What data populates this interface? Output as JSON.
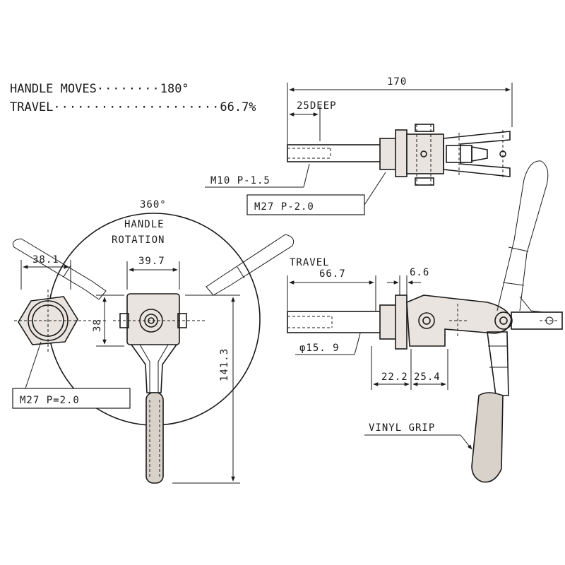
{
  "specs": {
    "handle_moves_label": "HANDLE MOVES",
    "handle_moves_dots": "········",
    "handle_moves_value": "180°",
    "travel_label": "TRAVEL",
    "travel_dots": "·····················",
    "travel_value": "66.7%"
  },
  "top_view": {
    "length": "170",
    "deep": "25DEEP",
    "thread_small": "M10 P-1.5",
    "thread_large": "M27 P-2.0"
  },
  "side_view": {
    "travel_label": "TRAVEL",
    "travel_value": "66.7",
    "dim_6_6": "6.6",
    "diameter": "φ15. 9",
    "dim_22_2": "22.2",
    "dim_25_4": "25.4",
    "grip_label": "VINYL GRIP"
  },
  "front_view": {
    "rotation_deg": "360°",
    "rotation_l1": "HANDLE",
    "rotation_l2": "ROTATION",
    "dim_38_1": "38.1",
    "dim_39_7": "39.7",
    "dim_38": "38",
    "dim_141_3": "141.3",
    "thread": "M27 P=2.0"
  }
}
